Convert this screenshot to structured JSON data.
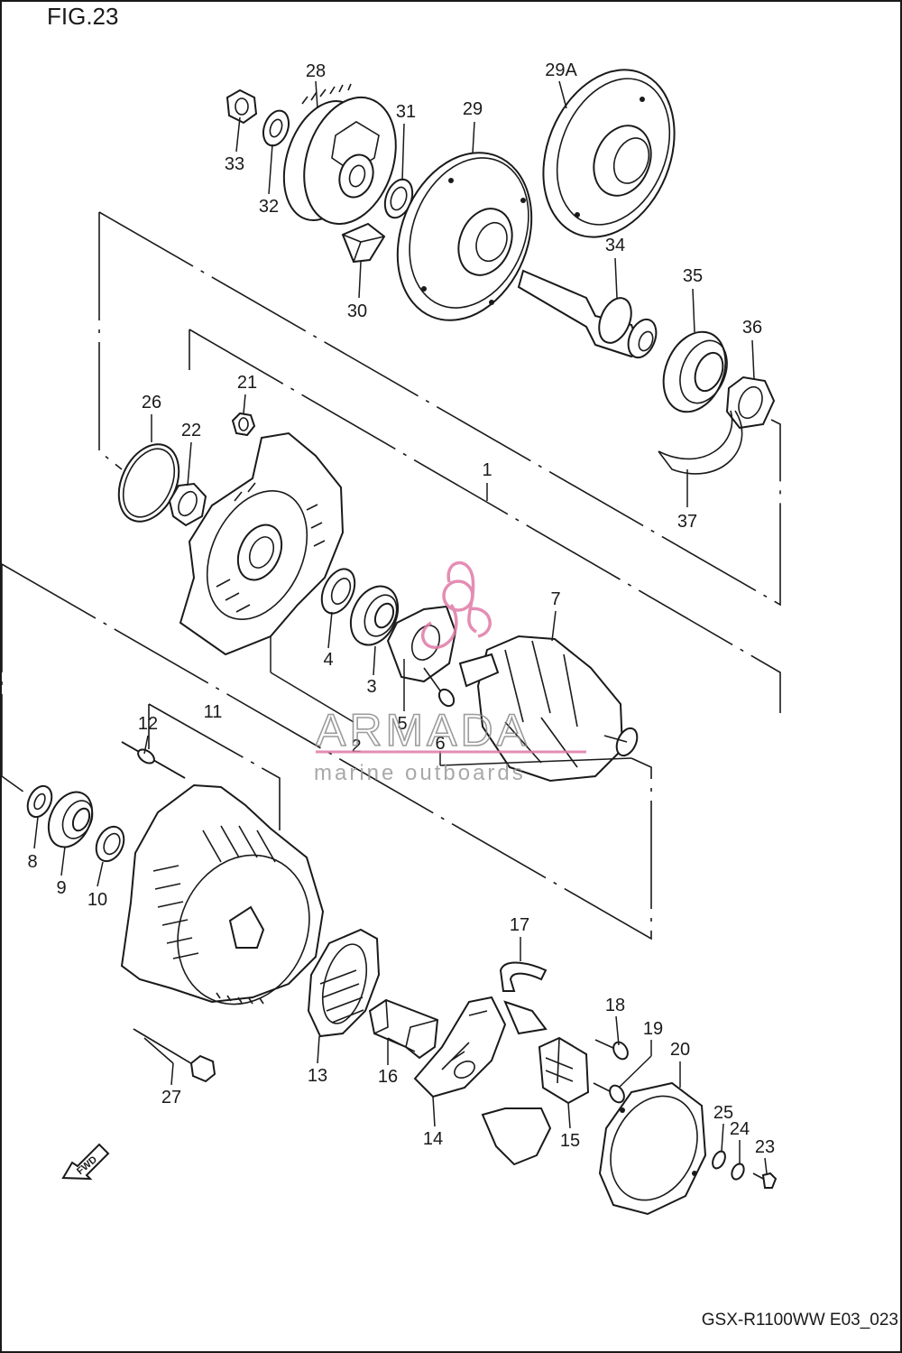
{
  "figure": {
    "title": "FIG.23",
    "code": "GSX-R1100WW  E03_023"
  },
  "direction": {
    "label": "FWD"
  },
  "watermark": {
    "brand": "ARMADA",
    "tagline": "marine outboards",
    "accent_color": "#e07aa8"
  },
  "callouts": {
    "p1": "1",
    "p2": "2",
    "p3": "3",
    "p4": "4",
    "p5": "5",
    "p6": "6",
    "p7": "7",
    "p8": "8",
    "p9": "9",
    "p10": "10",
    "p11": "11",
    "p12": "12",
    "p13": "13",
    "p14": "14",
    "p15": "15",
    "p16": "16",
    "p17": "17",
    "p18": "18",
    "p19": "19",
    "p20": "20",
    "p21": "21",
    "p22": "22",
    "p23": "23",
    "p24": "24",
    "p25": "25",
    "p26": "26",
    "p27": "27",
    "p28": "28",
    "p29": "29",
    "p29a": "29A",
    "p30": "30",
    "p31": "31",
    "p32": "32",
    "p33": "33",
    "p34": "34",
    "p35": "35",
    "p36": "36",
    "p37": "37"
  }
}
